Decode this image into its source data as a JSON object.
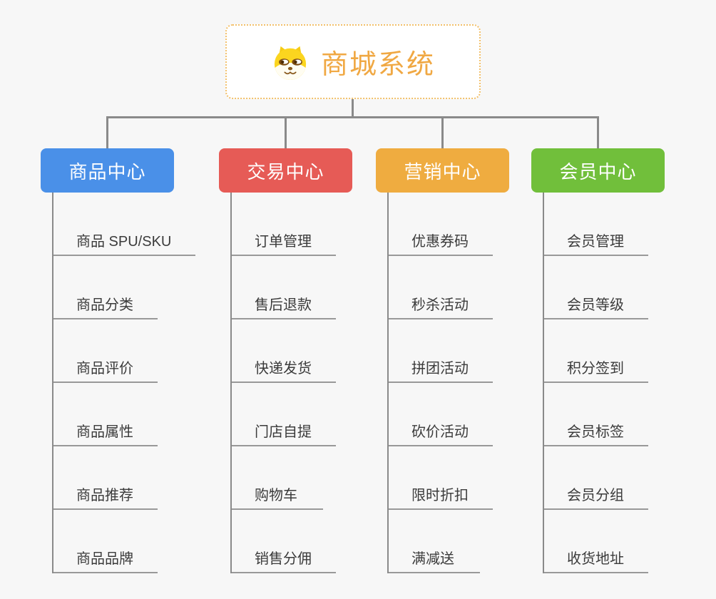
{
  "root": {
    "label": "商城系统",
    "icon": "dog-face-icon",
    "text_color": "#F0A843",
    "border_color": "#F2C06A"
  },
  "branches": [
    {
      "label": "商品中心",
      "color": "#4A90E8",
      "children": [
        "商品 SPU/SKU",
        "商品分类",
        "商品评价",
        "商品属性",
        "商品推荐",
        "商品品牌"
      ]
    },
    {
      "label": "交易中心",
      "color": "#E65B56",
      "children": [
        "订单管理",
        "售后退款",
        "快递发货",
        "门店自提",
        "购物车",
        "销售分佣"
      ]
    },
    {
      "label": "营销中心",
      "color": "#EFAC40",
      "children": [
        "优惠券码",
        "秒杀活动",
        "拼团活动",
        "砍价活动",
        "限时折扣",
        "满减送"
      ]
    },
    {
      "label": "会员中心",
      "color": "#71BF3B",
      "children": [
        "会员管理",
        "会员等级",
        "积分签到",
        "会员标签",
        "会员分组",
        "收货地址"
      ]
    }
  ],
  "style": {
    "background_color": "#F7F7F7",
    "connector_color": "#8A8A8A",
    "underline_color": "#999999",
    "branch_text_color": "#FFFFFF",
    "child_text_color": "#3B3B3B"
  }
}
